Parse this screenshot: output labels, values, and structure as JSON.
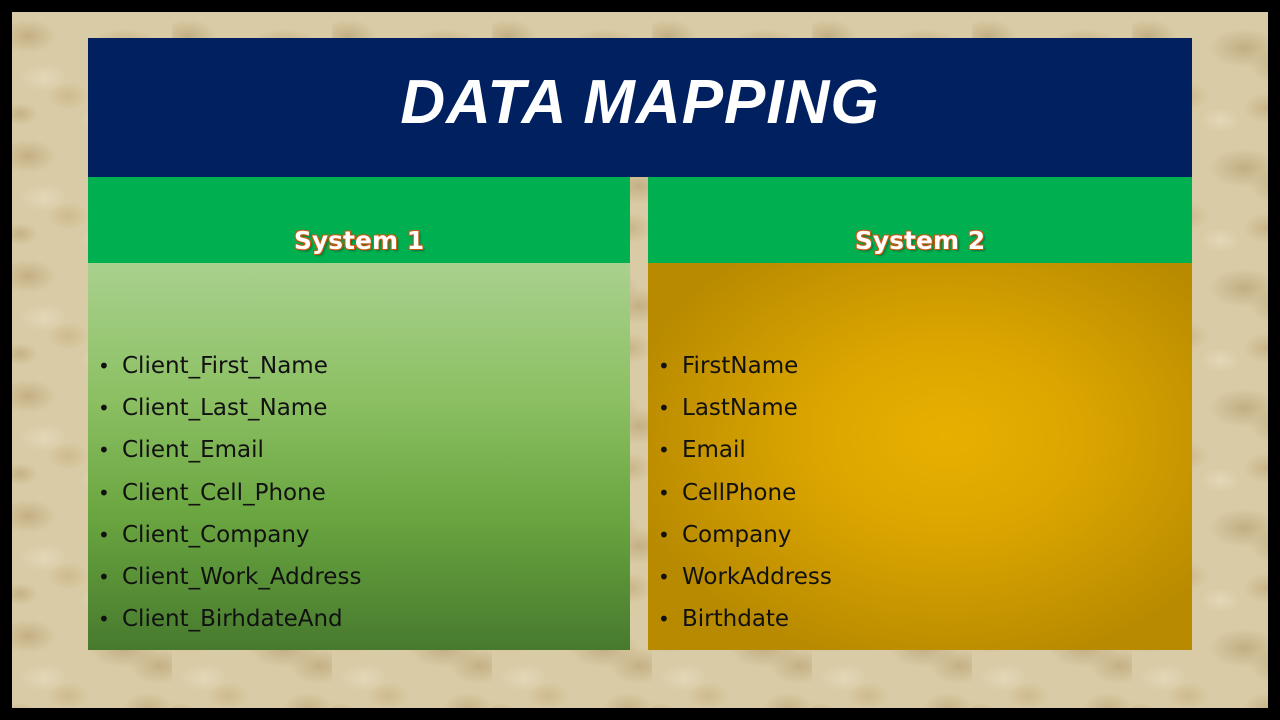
{
  "title": "DATA MAPPING",
  "colors": {
    "title_bar": "#002060",
    "panel_header": "#00b050",
    "label_outline": "#c55a11",
    "left_body": "#70ad47",
    "right_body": "#dca600"
  },
  "panels": [
    {
      "label": "System 1",
      "items": [
        "Client_First_Name",
        "Client_Last_Name",
        "Client_Email",
        "Client_Cell_Phone",
        "Client_Company",
        "Client_Work_Address",
        "Client_BirhdateAnd"
      ]
    },
    {
      "label": "System 2",
      "items": [
        "FirstName",
        "LastName",
        "Email",
        "CellPhone",
        "Company",
        "WorkAddress",
        "Birthdate"
      ]
    }
  ]
}
